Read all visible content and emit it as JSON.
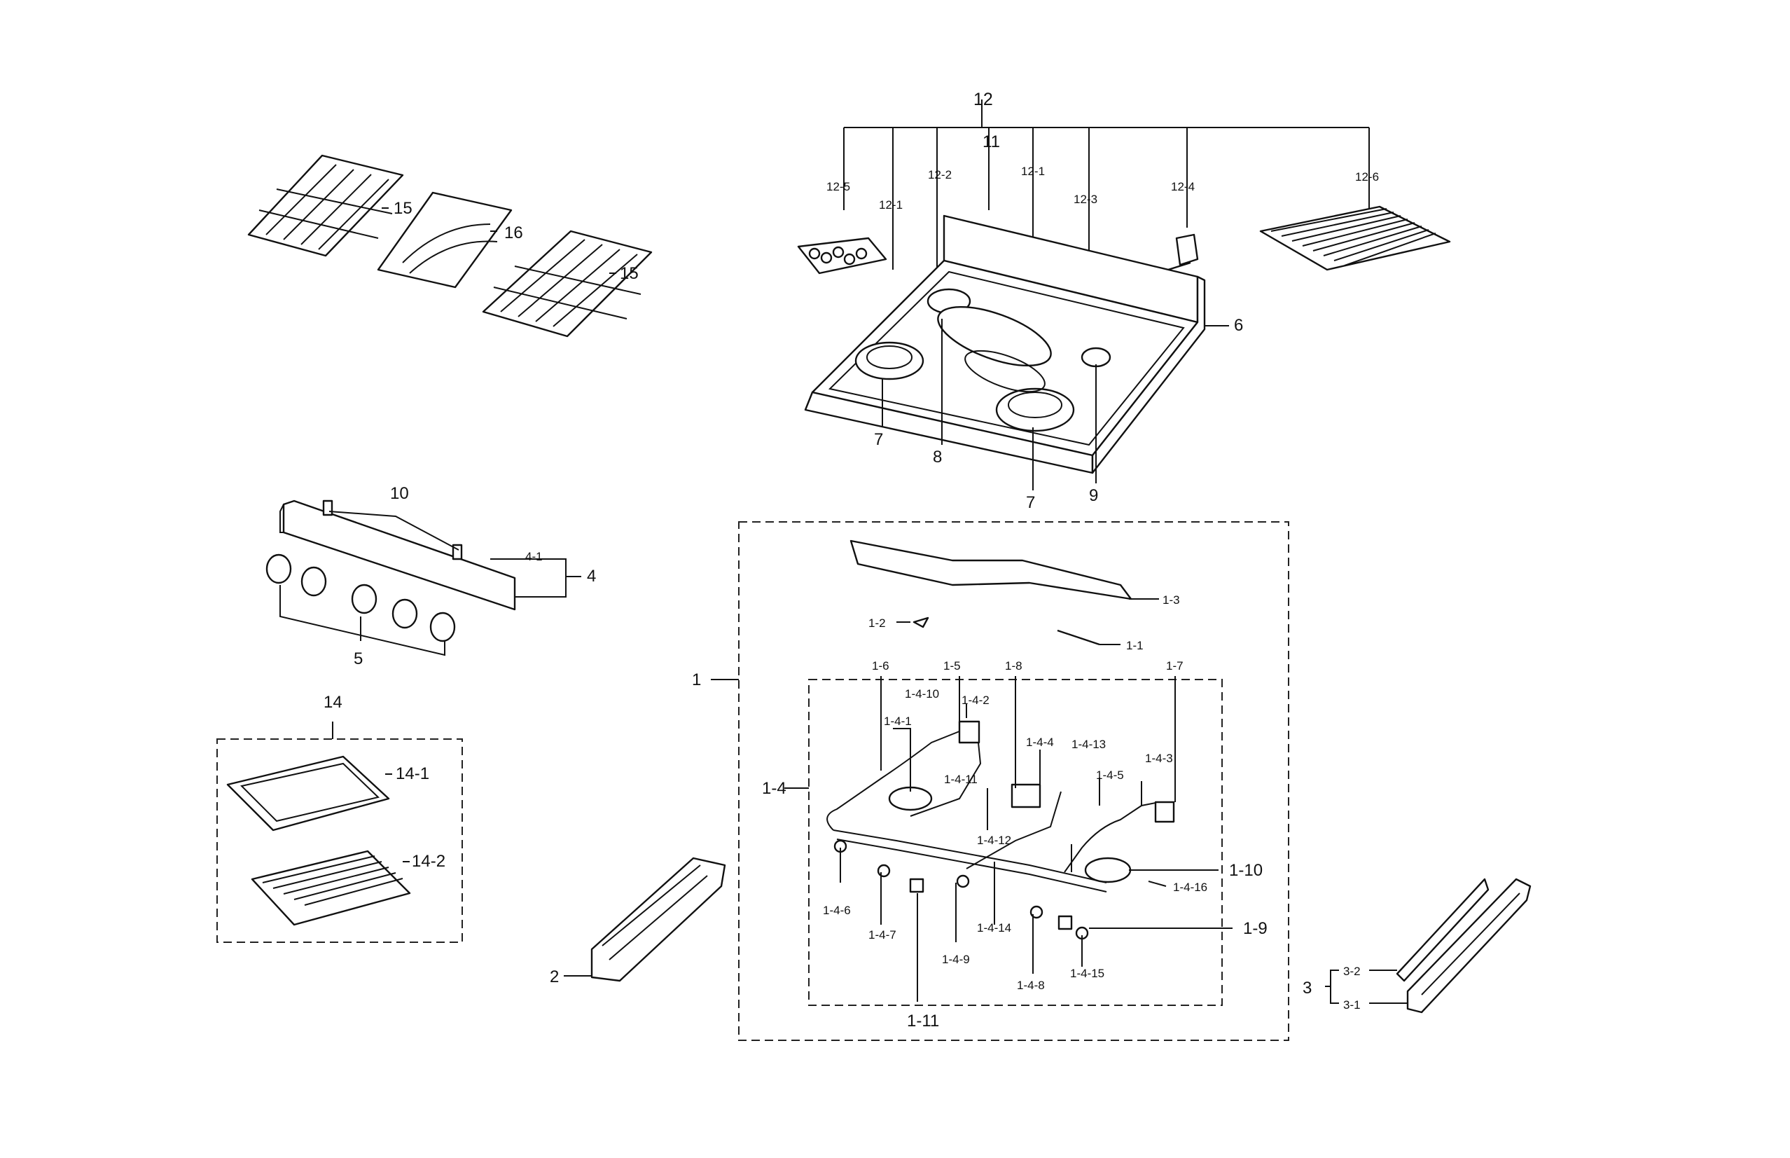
{
  "labels": [
    {
      "id": "12",
      "text": "12"
    },
    {
      "id": "11",
      "text": "11"
    },
    {
      "id": "12-5",
      "text": "12-5"
    },
    {
      "id": "12-2",
      "text": "12-2"
    },
    {
      "id": "12-1a",
      "text": "12-1"
    },
    {
      "id": "12-1b",
      "text": "12-1"
    },
    {
      "id": "12-3",
      "text": "12-3"
    },
    {
      "id": "12-4",
      "text": "12-4"
    },
    {
      "id": "12-6",
      "text": "12-6"
    },
    {
      "id": "6",
      "text": "6"
    },
    {
      "id": "7a",
      "text": "7"
    },
    {
      "id": "7b",
      "text": "7"
    },
    {
      "id": "8",
      "text": "8"
    },
    {
      "id": "9",
      "text": "9"
    },
    {
      "id": "15a",
      "text": "15"
    },
    {
      "id": "15b",
      "text": "15"
    },
    {
      "id": "16",
      "text": "16"
    },
    {
      "id": "10",
      "text": "10"
    },
    {
      "id": "4-1",
      "text": "4-1"
    },
    {
      "id": "4",
      "text": "4"
    },
    {
      "id": "5",
      "text": "5"
    },
    {
      "id": "14",
      "text": "14"
    },
    {
      "id": "14-1",
      "text": "14-1"
    },
    {
      "id": "14-2",
      "text": "14-2"
    },
    {
      "id": "2",
      "text": "2"
    },
    {
      "id": "1",
      "text": "1"
    },
    {
      "id": "1-3",
      "text": "1-3"
    },
    {
      "id": "1-2",
      "text": "1-2"
    },
    {
      "id": "1-1",
      "text": "1-1"
    },
    {
      "id": "1-6",
      "text": "1-6"
    },
    {
      "id": "1-5",
      "text": "1-5"
    },
    {
      "id": "1-8",
      "text": "1-8"
    },
    {
      "id": "1-7",
      "text": "1-7"
    },
    {
      "id": "1-4-10",
      "text": "1-4-10"
    },
    {
      "id": "1-4-2",
      "text": "1-4-2"
    },
    {
      "id": "1-4-1",
      "text": "1-4-1"
    },
    {
      "id": "1-4-4",
      "text": "1-4-4"
    },
    {
      "id": "1-4-13",
      "text": "1-4-13"
    },
    {
      "id": "1-4-3",
      "text": "1-4-3"
    },
    {
      "id": "1-4",
      "text": "1-4"
    },
    {
      "id": "1-4-11",
      "text": "1-4-11"
    },
    {
      "id": "1-4-5",
      "text": "1-4-5"
    },
    {
      "id": "1-4-12",
      "text": "1-4-12"
    },
    {
      "id": "1-10",
      "text": "1-10"
    },
    {
      "id": "1-4-16",
      "text": "1-4-16"
    },
    {
      "id": "1-4-6",
      "text": "1-4-6"
    },
    {
      "id": "1-4-7",
      "text": "1-4-7"
    },
    {
      "id": "1-4-14",
      "text": "1-4-14"
    },
    {
      "id": "1-9",
      "text": "1-9"
    },
    {
      "id": "1-4-9",
      "text": "1-4-9"
    },
    {
      "id": "1-4-8",
      "text": "1-4-8"
    },
    {
      "id": "1-4-15",
      "text": "1-4-15"
    },
    {
      "id": "1-11",
      "text": "1-11"
    },
    {
      "id": "3",
      "text": "3"
    },
    {
      "id": "3-2",
      "text": "3-2"
    },
    {
      "id": "3-1",
      "text": "3-1"
    }
  ]
}
